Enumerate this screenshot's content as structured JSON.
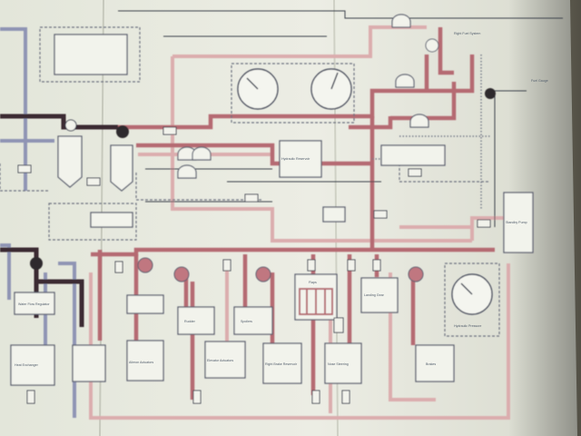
{
  "photo": {
    "subject": "Photograph of a printed fold-out schematic diagram of interconnected pipes, valves, gauges and labelled boxes",
    "colors": {
      "paper": "#eaece2",
      "paper_shadow": "#d9dbd0",
      "pipe_red": "#b56a72",
      "pipe_pink": "#dbadae",
      "pipe_dark": "#3b2a32",
      "pipe_gray": "#8f94b4",
      "box_fill": "#f2f3ec",
      "box_stroke": "#5b6070",
      "dashed": "#6d7280",
      "background": "#7e7a6a"
    }
  },
  "labels": {
    "top_right": "Right Fuel System",
    "fuel_gauge": "Fuel Gauge",
    "box_left_1": "Water Flow Regulator",
    "box_left_2": "Heat Exchanger",
    "box_center_1": "Rudder",
    "box_center_2": "Spoilers",
    "box_center_3": "Right Brake Reservoir",
    "box_center_4": "Aileron Actuators",
    "box_center_5": "Nose Steering",
    "box_center_6": "Brakes",
    "box_center_7": "Elevator Actuators",
    "box_mid_1": "Flaps",
    "box_mid_2": "Landing Gear",
    "box_mid_3": "Hydraulic Reservoir",
    "box_right": "Standby Pump",
    "dial_right": "Hydraulic Pressure"
  }
}
